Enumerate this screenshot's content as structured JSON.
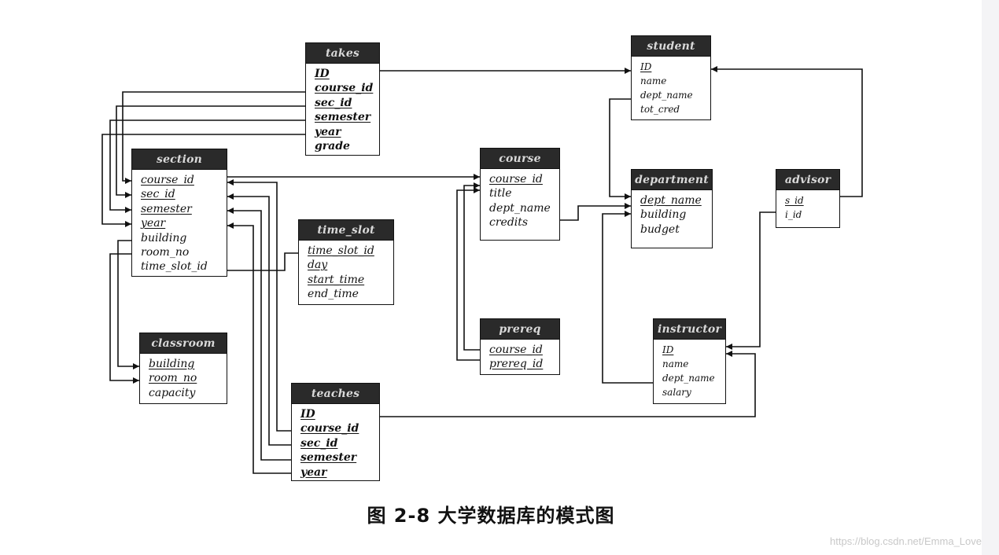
{
  "tables": [
    {
      "id": "takes",
      "title": "takes",
      "attributes": [
        {
          "name": "ID",
          "pk": true
        },
        {
          "name": "course_id",
          "pk": true
        },
        {
          "name": "sec_id",
          "pk": true
        },
        {
          "name": "semester",
          "pk": true
        },
        {
          "name": "year",
          "pk": true
        },
        {
          "name": "grade",
          "pk": false
        }
      ]
    },
    {
      "id": "student",
      "title": "student",
      "attributes": [
        {
          "name": "ID",
          "pk": true
        },
        {
          "name": "name",
          "pk": false
        },
        {
          "name": "dept_name",
          "pk": false
        },
        {
          "name": "tot_cred",
          "pk": false
        }
      ]
    },
    {
      "id": "section",
      "title": "section",
      "attributes": [
        {
          "name": "course_id",
          "pk": true
        },
        {
          "name": "sec_id",
          "pk": true
        },
        {
          "name": "semester",
          "pk": true
        },
        {
          "name": "year",
          "pk": true
        },
        {
          "name": "building",
          "pk": false
        },
        {
          "name": "room_no",
          "pk": false
        },
        {
          "name": "time_slot_id",
          "pk": false
        }
      ]
    },
    {
      "id": "course",
      "title": "course",
      "attributes": [
        {
          "name": "course_id",
          "pk": true
        },
        {
          "name": "title",
          "pk": false
        },
        {
          "name": "dept_name",
          "pk": false
        },
        {
          "name": "credits",
          "pk": false
        }
      ]
    },
    {
      "id": "department",
      "title": "department",
      "attributes": [
        {
          "name": "dept_name",
          "pk": true
        },
        {
          "name": "building",
          "pk": false
        },
        {
          "name": "budget",
          "pk": false
        }
      ]
    },
    {
      "id": "advisor",
      "title": "advisor",
      "attributes": [
        {
          "name": "s_id",
          "pk": true
        },
        {
          "name": "i_id",
          "pk": false
        }
      ]
    },
    {
      "id": "time_slot",
      "title": "time_slot",
      "attributes": [
        {
          "name": "time_slot_id",
          "pk": true
        },
        {
          "name": "day",
          "pk": true
        },
        {
          "name": "start_time",
          "pk": true
        },
        {
          "name": "end_time",
          "pk": false
        }
      ]
    },
    {
      "id": "classroom",
      "title": "classroom",
      "attributes": [
        {
          "name": "building",
          "pk": true
        },
        {
          "name": "room_no",
          "pk": true
        },
        {
          "name": "capacity",
          "pk": false
        }
      ]
    },
    {
      "id": "prereq",
      "title": "prereq",
      "attributes": [
        {
          "name": "course_id",
          "pk": true
        },
        {
          "name": "prereq_id",
          "pk": true
        }
      ]
    },
    {
      "id": "instructor",
      "title": "instructor",
      "attributes": [
        {
          "name": "ID",
          "pk": true
        },
        {
          "name": "name",
          "pk": false
        },
        {
          "name": "dept_name",
          "pk": false
        },
        {
          "name": "salary",
          "pk": false
        }
      ]
    },
    {
      "id": "teaches",
      "title": "teaches",
      "attributes": [
        {
          "name": "ID",
          "pk": true
        },
        {
          "name": "course_id",
          "pk": true
        },
        {
          "name": "sec_id",
          "pk": true
        },
        {
          "name": "semester",
          "pk": true
        },
        {
          "name": "year",
          "pk": true
        }
      ]
    }
  ],
  "caption": "图 2-8    大学数据库的模式图",
  "watermark": "https://blog.csdn.net/Emma_Love",
  "colors": {
    "line": "#111111",
    "header_fill": "#2a2a2a",
    "header_text": "#d9d9d9"
  }
}
